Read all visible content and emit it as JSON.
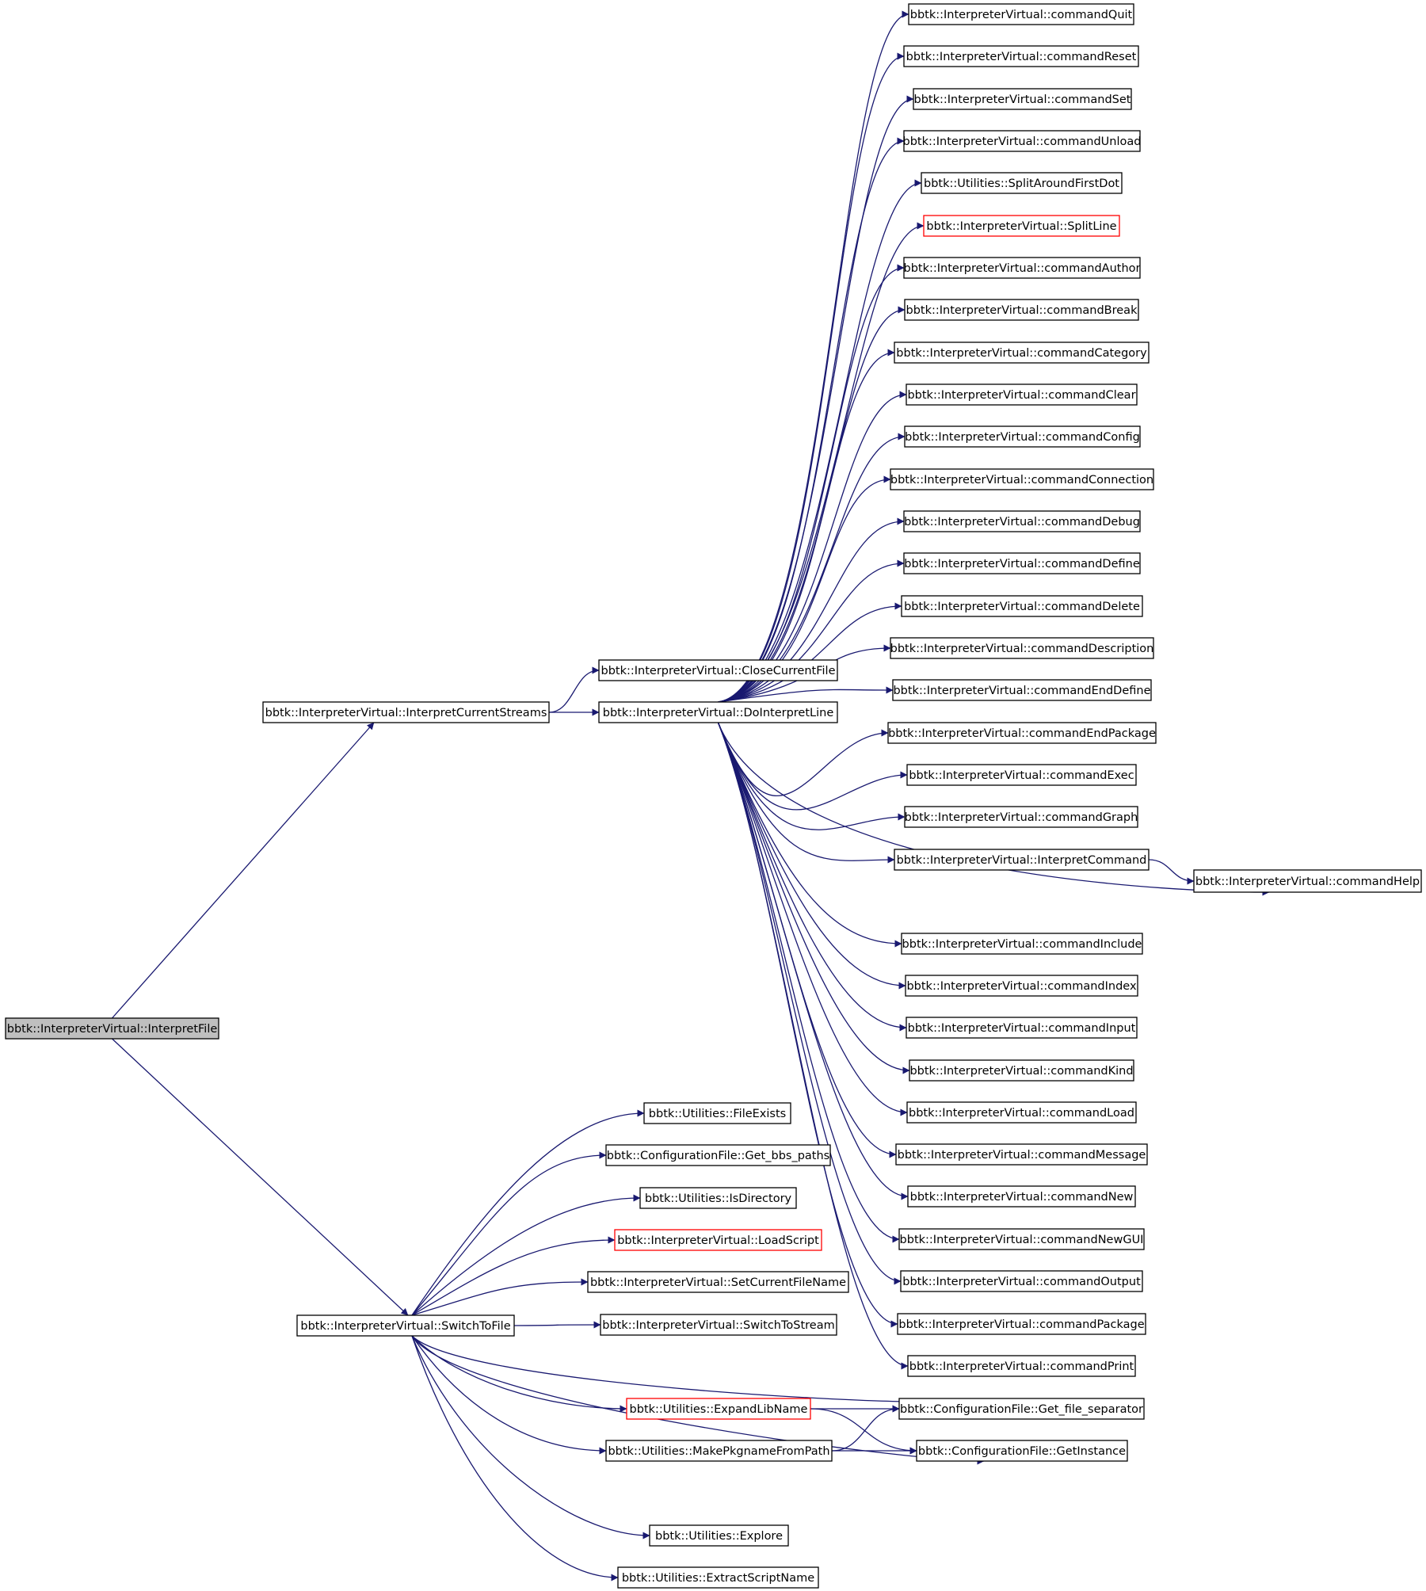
{
  "root": "bbtk::InterpreterVirtual::InterpretFile",
  "colors": {
    "edge": "#191970",
    "root_fill": "#bfbfbf",
    "highlight_border": "#ff0000",
    "node_border": "#000000"
  },
  "nodes": {
    "interpretFile": "bbtk::InterpreterVirtual::InterpretFile",
    "interpretCurrentStreams": "bbtk::InterpreterVirtual::InterpretCurrentStreams",
    "closeCurrentFile": "bbtk::InterpreterVirtual::CloseCurrentFile",
    "doInterpretLine": "bbtk::InterpreterVirtual::DoInterpretLine",
    "commandQuit": "bbtk::InterpreterVirtual::commandQuit",
    "commandReset": "bbtk::InterpreterVirtual::commandReset",
    "commandSet": "bbtk::InterpreterVirtual::commandSet",
    "commandUnload": "bbtk::InterpreterVirtual::commandUnload",
    "splitAroundFirstDot": "bbtk::Utilities::SplitAroundFirstDot",
    "splitLine": "bbtk::InterpreterVirtual::SplitLine",
    "commandAuthor": "bbtk::InterpreterVirtual::commandAuthor",
    "commandBreak": "bbtk::InterpreterVirtual::commandBreak",
    "commandCategory": "bbtk::InterpreterVirtual::commandCategory",
    "commandClear": "bbtk::InterpreterVirtual::commandClear",
    "commandConfig": "bbtk::InterpreterVirtual::commandConfig",
    "commandConnection": "bbtk::InterpreterVirtual::commandConnection",
    "commandDebug": "bbtk::InterpreterVirtual::commandDebug",
    "commandDefine": "bbtk::InterpreterVirtual::commandDefine",
    "commandDelete": "bbtk::InterpreterVirtual::commandDelete",
    "commandDescription": "bbtk::InterpreterVirtual::commandDescription",
    "commandEndDefine": "bbtk::InterpreterVirtual::commandEndDefine",
    "commandEndPackage": "bbtk::InterpreterVirtual::commandEndPackage",
    "commandExec": "bbtk::InterpreterVirtual::commandExec",
    "commandGraph": "bbtk::InterpreterVirtual::commandGraph",
    "interpretCommand": "bbtk::InterpreterVirtual::InterpretCommand",
    "commandHelp": "bbtk::InterpreterVirtual::commandHelp",
    "commandInclude": "bbtk::InterpreterVirtual::commandInclude",
    "commandIndex": "bbtk::InterpreterVirtual::commandIndex",
    "commandInput": "bbtk::InterpreterVirtual::commandInput",
    "commandKind": "bbtk::InterpreterVirtual::commandKind",
    "commandLoad": "bbtk::InterpreterVirtual::commandLoad",
    "commandMessage": "bbtk::InterpreterVirtual::commandMessage",
    "commandNew": "bbtk::InterpreterVirtual::commandNew",
    "commandNewGUI": "bbtk::InterpreterVirtual::commandNewGUI",
    "commandOutput": "bbtk::InterpreterVirtual::commandOutput",
    "commandPackage": "bbtk::InterpreterVirtual::commandPackage",
    "commandPrint": "bbtk::InterpreterVirtual::commandPrint",
    "switchToFile": "bbtk::InterpreterVirtual::SwitchToFile",
    "fileExists": "bbtk::Utilities::FileExists",
    "getBbsPaths": "bbtk::ConfigurationFile::Get_bbs_paths",
    "isDirectory": "bbtk::Utilities::IsDirectory",
    "loadScript": "bbtk::InterpreterVirtual::LoadScript",
    "setCurrentFileName": "bbtk::InterpreterVirtual::SetCurrentFileName",
    "switchToStream": "bbtk::InterpreterVirtual::SwitchToStream",
    "expandLibName": "bbtk::Utilities::ExpandLibName",
    "getFileSeparator": "bbtk::ConfigurationFile::Get_file_separator",
    "makePkgnameFromPath": "bbtk::Utilities::MakePkgnameFromPath",
    "getInstance": "bbtk::ConfigurationFile::GetInstance",
    "explore": "bbtk::Utilities::Explore",
    "extractScriptName": "bbtk::Utilities::ExtractScriptName"
  },
  "edges": [
    [
      "interpretFile",
      "interpretCurrentStreams"
    ],
    [
      "interpretFile",
      "switchToFile"
    ],
    [
      "interpretCurrentStreams",
      "closeCurrentFile"
    ],
    [
      "interpretCurrentStreams",
      "doInterpretLine"
    ],
    [
      "doInterpretLine",
      "commandQuit"
    ],
    [
      "doInterpretLine",
      "commandReset"
    ],
    [
      "doInterpretLine",
      "commandSet"
    ],
    [
      "doInterpretLine",
      "commandUnload"
    ],
    [
      "doInterpretLine",
      "splitAroundFirstDot"
    ],
    [
      "doInterpretLine",
      "splitLine"
    ],
    [
      "doInterpretLine",
      "commandAuthor"
    ],
    [
      "doInterpretLine",
      "commandBreak"
    ],
    [
      "doInterpretLine",
      "commandCategory"
    ],
    [
      "doInterpretLine",
      "commandClear"
    ],
    [
      "doInterpretLine",
      "commandConfig"
    ],
    [
      "doInterpretLine",
      "commandConnection"
    ],
    [
      "doInterpretLine",
      "commandDebug"
    ],
    [
      "doInterpretLine",
      "commandDefine"
    ],
    [
      "doInterpretLine",
      "commandDelete"
    ],
    [
      "doInterpretLine",
      "commandDescription"
    ],
    [
      "doInterpretLine",
      "commandEndDefine"
    ],
    [
      "doInterpretLine",
      "commandEndPackage"
    ],
    [
      "doInterpretLine",
      "commandExec"
    ],
    [
      "doInterpretLine",
      "commandGraph"
    ],
    [
      "doInterpretLine",
      "interpretCommand"
    ],
    [
      "doInterpretLine",
      "commandHelp"
    ],
    [
      "doInterpretLine",
      "commandInclude"
    ],
    [
      "doInterpretLine",
      "commandIndex"
    ],
    [
      "doInterpretLine",
      "commandInput"
    ],
    [
      "doInterpretLine",
      "commandKind"
    ],
    [
      "doInterpretLine",
      "commandLoad"
    ],
    [
      "doInterpretLine",
      "commandMessage"
    ],
    [
      "doInterpretLine",
      "commandNew"
    ],
    [
      "doInterpretLine",
      "commandNewGUI"
    ],
    [
      "doInterpretLine",
      "commandOutput"
    ],
    [
      "doInterpretLine",
      "commandPackage"
    ],
    [
      "doInterpretLine",
      "commandPrint"
    ],
    [
      "interpretCommand",
      "commandHelp"
    ],
    [
      "switchToFile",
      "fileExists"
    ],
    [
      "switchToFile",
      "getBbsPaths"
    ],
    [
      "switchToFile",
      "isDirectory"
    ],
    [
      "switchToFile",
      "loadScript"
    ],
    [
      "switchToFile",
      "setCurrentFileName"
    ],
    [
      "switchToFile",
      "switchToStream"
    ],
    [
      "switchToFile",
      "getFileSeparator"
    ],
    [
      "switchToFile",
      "expandLibName"
    ],
    [
      "switchToFile",
      "makePkgnameFromPath"
    ],
    [
      "switchToFile",
      "getInstance"
    ],
    [
      "switchToFile",
      "explore"
    ],
    [
      "switchToFile",
      "extractScriptName"
    ],
    [
      "expandLibName",
      "getFileSeparator"
    ],
    [
      "expandLibName",
      "getInstance"
    ],
    [
      "makePkgnameFromPath",
      "getFileSeparator"
    ],
    [
      "makePkgnameFromPath",
      "getInstance"
    ]
  ]
}
